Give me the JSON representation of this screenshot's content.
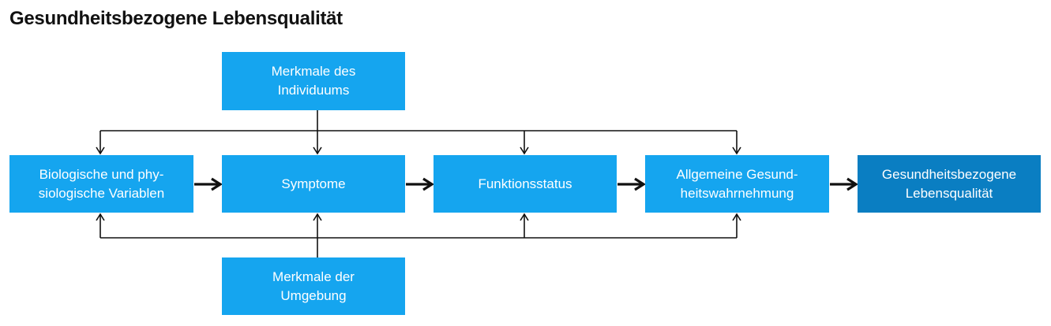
{
  "title": "Gesundheitsbezogene Lebensqualität",
  "colors": {
    "box": "#15a5ef",
    "box_final": "#0a7ec2",
    "line": "#111111"
  },
  "nodes": {
    "individual": {
      "line1": "Merkmale des",
      "line2": "Individuums"
    },
    "biological": {
      "line1": "Biologische und phy-",
      "line2": "siologische Variablen"
    },
    "symptoms": {
      "line1": "Symptome"
    },
    "functional": {
      "line1": "Funktionsstatus"
    },
    "perception": {
      "line1": "Allgemeine Gesund-",
      "line2": "heitswahrnehmung"
    },
    "quality": {
      "line1": "Gesundheitsbezogene",
      "line2": "Lebensqualität"
    },
    "environment": {
      "line1": "Merkmale der",
      "line2": "Umgebung"
    }
  }
}
